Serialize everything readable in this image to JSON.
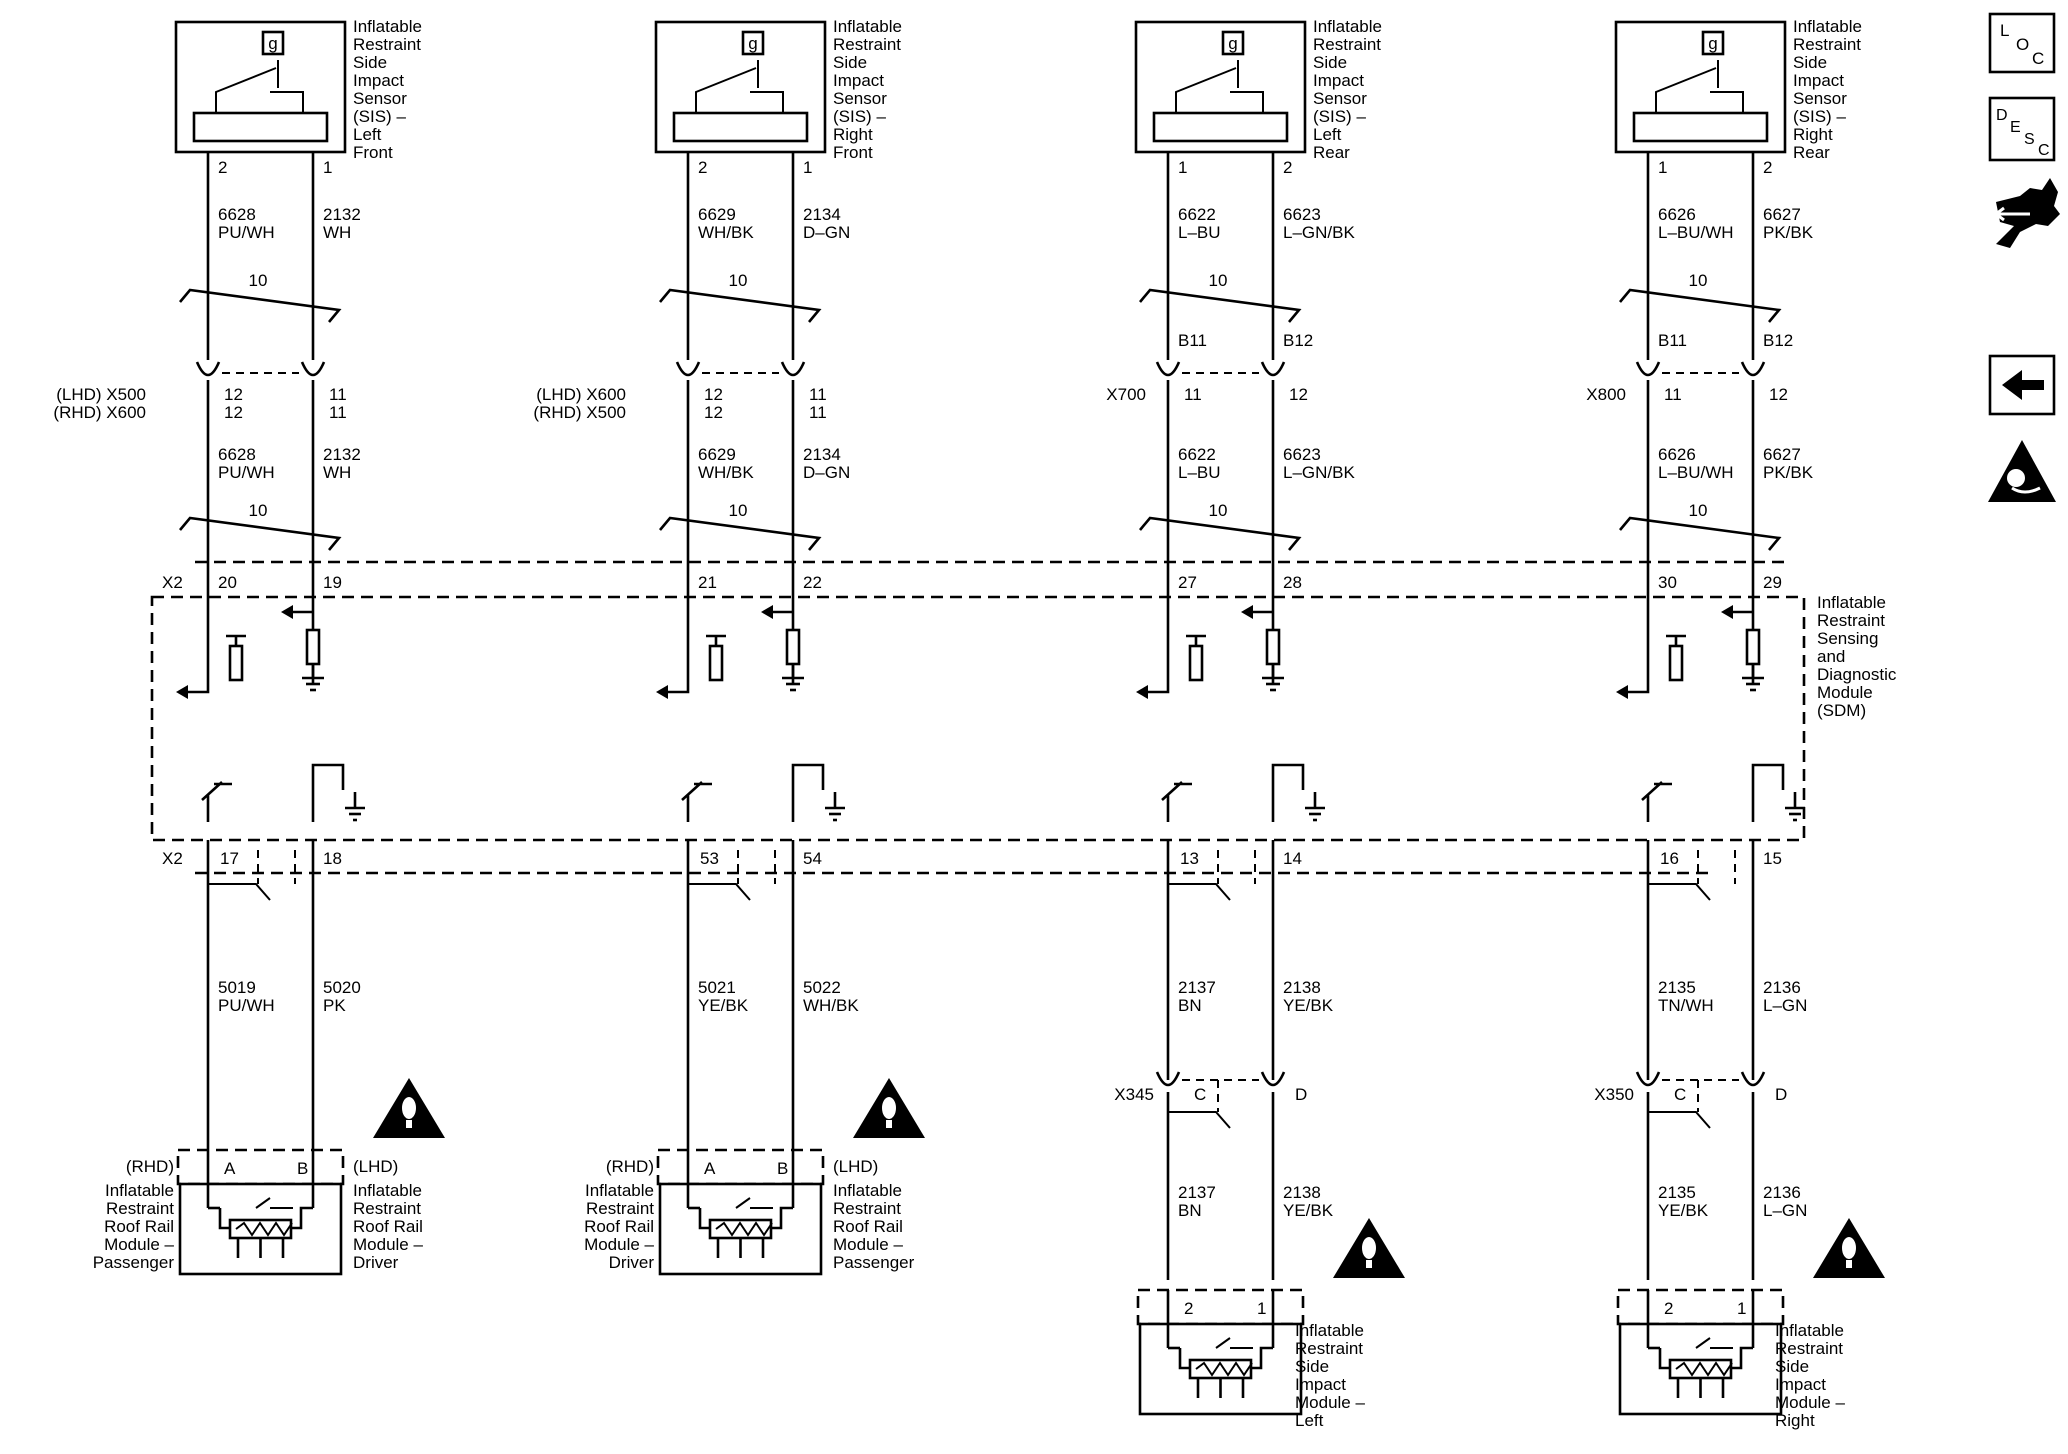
{
  "sensors": [
    {
      "name": "Inflatable\nRestraint\nSide\nImpact\nSensor\n(SIS) –\nLeft\nFront",
      "symbol": "g",
      "wires": [
        {
          "pin": "2",
          "circuit": "6628",
          "color": "PU/WH",
          "inline_pin": "",
          "conn_pin": "12\n12",
          "circuit2": "6628",
          "color2": "PU/WH",
          "sdm_pin": "20"
        },
        {
          "pin": "1",
          "circuit": "2132",
          "color": "WH",
          "inline_pin": "",
          "conn_pin": "11\n11",
          "circuit2": "2132",
          "color2": "WH",
          "sdm_pin": "19"
        }
      ],
      "twist": "10",
      "twist2": "10",
      "connector": "(LHD) X500\n(RHD) X600",
      "sdm_conn": "X2"
    },
    {
      "name": "Inflatable\nRestraint\nSide\nImpact\nSensor\n(SIS) –\nRight\nFront",
      "symbol": "g",
      "wires": [
        {
          "pin": "2",
          "circuit": "6629",
          "color": "WH/BK",
          "inline_pin": "",
          "conn_pin": "12\n12",
          "circuit2": "6629",
          "color2": "WH/BK",
          "sdm_pin": "21"
        },
        {
          "pin": "1",
          "circuit": "2134",
          "color": "D–GN",
          "inline_pin": "",
          "conn_pin": "11\n11",
          "circuit2": "2134",
          "color2": "D–GN",
          "sdm_pin": "22"
        }
      ],
      "twist": "10",
      "twist2": "10",
      "connector": "(LHD) X600\n(RHD) X500",
      "sdm_conn": ""
    },
    {
      "name": "Inflatable\nRestraint\nSide\nImpact\nSensor\n(SIS) –\nLeft\nRear",
      "symbol": "g",
      "wires": [
        {
          "pin": "1",
          "circuit": "6622",
          "color": "L–BU",
          "inline_pin": "B11",
          "conn_pin": "11",
          "circuit2": "6622",
          "color2": "L–BU",
          "sdm_pin": "27"
        },
        {
          "pin": "2",
          "circuit": "6623",
          "color": "L–GN/BK",
          "inline_pin": "B12",
          "conn_pin": "12",
          "circuit2": "6623",
          "color2": "L–GN/BK",
          "sdm_pin": "28"
        }
      ],
      "twist": "10",
      "twist2": "10",
      "connector": "X700",
      "sdm_conn": ""
    },
    {
      "name": "Inflatable\nRestraint\nSide\nImpact\nSensor\n(SIS) –\nRight\nRear",
      "symbol": "g",
      "wires": [
        {
          "pin": "1",
          "circuit": "6626",
          "color": "L–BU/WH",
          "inline_pin": "B11",
          "conn_pin": "11",
          "circuit2": "6626",
          "color2": "L–BU/WH",
          "sdm_pin": "30"
        },
        {
          "pin": "2",
          "circuit": "6627",
          "color": "PK/BK",
          "inline_pin": "B12",
          "conn_pin": "12",
          "circuit2": "6627",
          "color2": "PK/BK",
          "sdm_pin": "29"
        }
      ],
      "twist": "10",
      "twist2": "10",
      "connector": "X800",
      "sdm_conn": ""
    }
  ],
  "sdm_label": "Inflatable\nRestraint\nSensing\nand\nDiagnostic\nModule\n(SDM)",
  "deploy": [
    {
      "sdm_conn": "X2",
      "pins": [
        "17",
        "18"
      ],
      "wires": [
        {
          "circuit": "5019",
          "color": "PU/WH"
        },
        {
          "circuit": "5020",
          "color": "PK"
        }
      ],
      "module_pins": [
        "A",
        "B"
      ],
      "left_tag": "(RHD)",
      "right_tag": "(LHD)",
      "left_name": "Inflatable\nRestraint\nRoof Rail\nModule –\nPassenger",
      "right_name": "Inflatable\nRestraint\nRoof Rail\nModule –\nDriver"
    },
    {
      "sdm_conn": "",
      "pins": [
        "53",
        "54"
      ],
      "wires": [
        {
          "circuit": "5021",
          "color": "YE/BK"
        },
        {
          "circuit": "5022",
          "color": "WH/BK"
        }
      ],
      "module_pins": [
        "A",
        "B"
      ],
      "left_tag": "(RHD)",
      "right_tag": "(LHD)",
      "left_name": "Inflatable\nRestraint\nRoof Rail\nModule –\nDriver",
      "right_name": "Inflatable\nRestraint\nRoof Rail\nModule –\nPassenger"
    },
    {
      "sdm_conn": "",
      "pins": [
        "13",
        "14"
      ],
      "wires": [
        {
          "circuit": "2137",
          "color": "BN"
        },
        {
          "circuit": "2138",
          "color": "YE/BK"
        }
      ],
      "inline": {
        "conn": "X345",
        "pins": [
          "C",
          "D"
        ]
      },
      "wires2": [
        {
          "circuit": "2137",
          "color": "BN"
        },
        {
          "circuit": "2138",
          "color": "YE/BK"
        }
      ],
      "module_pins": [
        "2",
        "1"
      ],
      "right_name": "Inflatable\nRestraint\nSide\nImpact\nModule –\nLeft"
    },
    {
      "sdm_conn": "",
      "pins": [
        "16",
        "15"
      ],
      "wires": [
        {
          "circuit": "2135",
          "color": "TN/WH"
        },
        {
          "circuit": "2136",
          "color": "L–GN"
        }
      ],
      "inline": {
        "conn": "X350",
        "pins": [
          "C",
          "D"
        ]
      },
      "wires2": [
        {
          "circuit": "2135",
          "color": "YE/BK"
        },
        {
          "circuit": "2136",
          "color": "L–GN"
        }
      ],
      "module_pins": [
        "2",
        "1"
      ],
      "right_name": "Inflatable\nRestraint\nSide\nImpact\nModule –\nRight"
    }
  ],
  "nav": {
    "loc": {
      "l1": "L",
      "l2": "O",
      "l3": "C"
    },
    "desc": {
      "l1": "D",
      "l2": "E",
      "l3": "S",
      "l4": "C"
    }
  }
}
